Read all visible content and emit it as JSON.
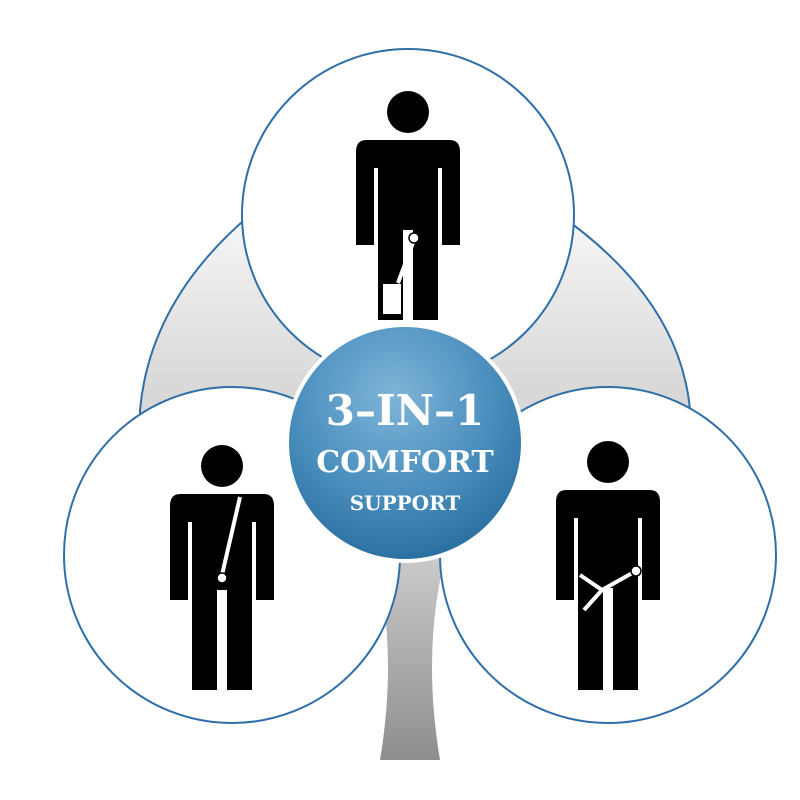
{
  "center": {
    "line1": "3–IN–1",
    "line2": "COMFORT",
    "line3": "SUPPORT"
  },
  "figures": [
    {
      "name": "figure-top",
      "icon": "person-strap-leg"
    },
    {
      "name": "figure-left",
      "icon": "person-strap-shoulder"
    },
    {
      "name": "figure-right",
      "icon": "person-strap-waist"
    }
  ],
  "colors": {
    "ring": "#2f6fa8",
    "center_top": "#6aa8cf",
    "center_bottom": "#1f6c9c",
    "figure": "#000000",
    "back_gray": "#b8b8b8"
  }
}
